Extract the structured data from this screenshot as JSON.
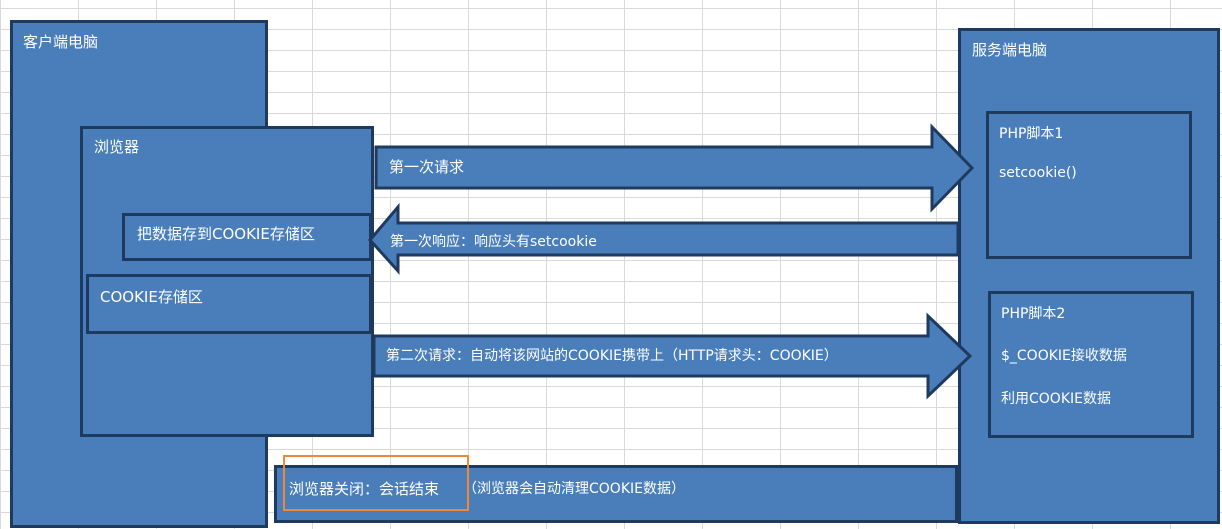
{
  "client": {
    "title": "客户端电脑",
    "browser": {
      "title": "浏览器",
      "store_action": "把数据存到COOKIE存储区",
      "storage": "COOKIE存储区"
    }
  },
  "server": {
    "title": "服务端电脑",
    "script1": {
      "title": "PHP脚本1",
      "code": "setcookie()"
    },
    "script2": {
      "title": "PHP脚本2",
      "line1": "$_COOKIE接收数据",
      "line2": "利用COOKIE数据"
    }
  },
  "arrows": {
    "first_request": "第一次请求",
    "first_response": "第一次响应：响应头有setcookie",
    "second_request": "第二次请求：自动将该网站的COOKIE携带上（HTTP请求头：COOKIE）"
  },
  "footer": {
    "text_highlighted": "浏览器关闭：会话结束",
    "text_rest": "（浏览器会自动清理COOKIE数据）"
  },
  "colors": {
    "fill": "#4a7ebb",
    "border": "#1f3a5f",
    "highlight": "#f0883c"
  }
}
